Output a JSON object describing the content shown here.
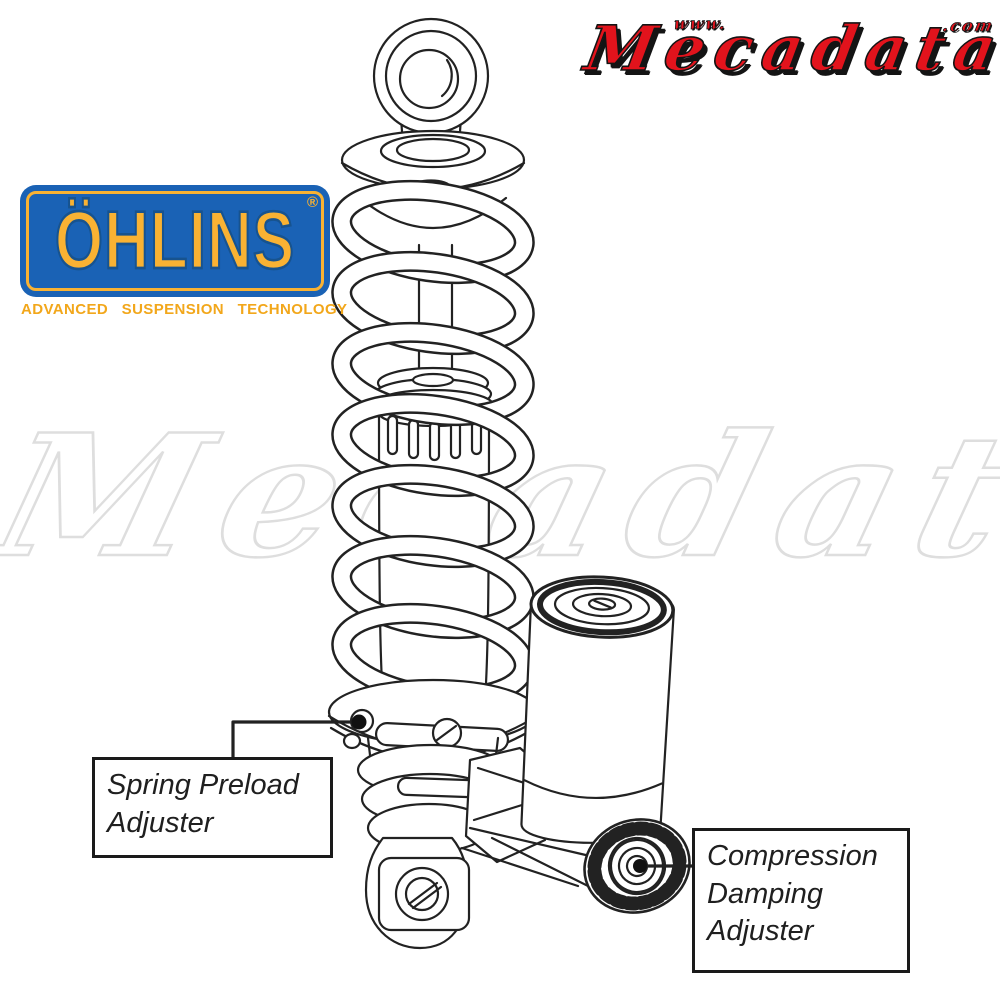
{
  "branding": {
    "mecadata": {
      "prefix": "www.",
      "name": "Mecadata",
      "suffix": ".com",
      "red": "#e2131c",
      "outline": "#141414"
    },
    "ohlins": {
      "wordmark": "ÖHLINS",
      "registered": "®",
      "tagline": "ADVANCED SUSPENSION TECHNOLOGY",
      "blue": "#1a62b5",
      "gold": "#f9b233",
      "tagline_color": "#f2a71b"
    }
  },
  "watermark": {
    "text": "Mecadata",
    "stroke_color": "#dedede"
  },
  "illustration": {
    "line_color": "#222222",
    "parts": [
      "eyelet-mount",
      "top-cap",
      "piston-shaft",
      "coil-spring",
      "shock-body",
      "spring-preload-collar",
      "rubber-boot",
      "clevis-mount",
      "remote-reservoir",
      "compression-adjuster-knob"
    ]
  },
  "callouts": [
    {
      "id": "spring-preload",
      "label": "Spring Preload\nAdjuster"
    },
    {
      "id": "compression-damping",
      "label": "Compression\nDamping\nAdjuster"
    }
  ]
}
